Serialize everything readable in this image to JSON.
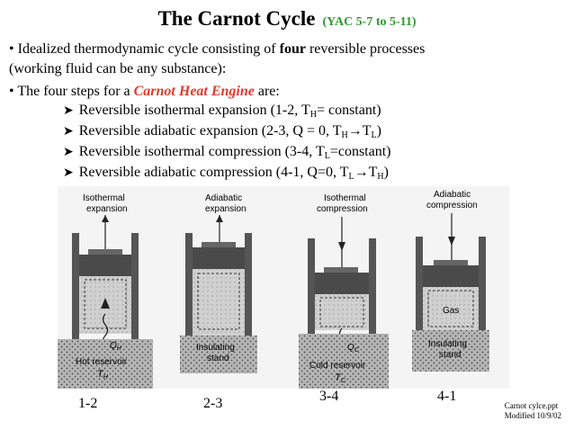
{
  "title": {
    "main": "The Carnot Cycle",
    "ref": "(YAC 5-7 to 5-11)"
  },
  "bullet1": {
    "marker": "•",
    "before": "Idealized thermodynamic cycle consisting of ",
    "bold": "four",
    "after": " reversible processes",
    "line2": "(working fluid can be any substance):"
  },
  "bullet2": {
    "marker": "•",
    "before": "The four steps for a ",
    "highlight": "Carnot Heat Engine",
    "after": " are:"
  },
  "steps": [
    {
      "t1": "Reversible isothermal expansion (1-2, T",
      "s1": "H",
      "t2": "= constant)"
    },
    {
      "t1": "Reversible adiabatic expansion (2-3, Q = 0, T",
      "s1": "H",
      "arrow": "→",
      "t2": "T",
      "s2": "L",
      "t3": ")"
    },
    {
      "t1": "Reversible isothermal compression (3-4, T",
      "s1": "L",
      "t2": "=constant)"
    },
    {
      "t1": "Reversible adiabatic compression (4-1, Q=0, T",
      "s1": "L",
      "arrow": "→",
      "t2": "T",
      "s2": "H",
      "t3": ")"
    }
  ],
  "step_marker": "➤",
  "diagram": {
    "p1": {
      "line1": "Isothermal",
      "line2": "expansion",
      "q": "Q",
      "q_sub": "H",
      "res1": "Hot reservoir",
      "res2": "T",
      "res2_sub": "H"
    },
    "p2": {
      "line1": "Adiabatic",
      "line2": "expansion",
      "ins1": "Insulating",
      "ins2": "stand"
    },
    "p3": {
      "line1": "Isothermal",
      "line2": "compression",
      "q": "Q",
      "q_sub": "C",
      "res1": "Cold reservoir",
      "res2": "T",
      "res2_sub": "C"
    },
    "p4": {
      "line1": "Adiabatic",
      "line2": "compression",
      "gas": "Gas",
      "ins1": "Insulating",
      "ins2": "stand"
    }
  },
  "panel_labels": [
    "1-2",
    "2-3",
    "3-4",
    "4-1"
  ],
  "footer": {
    "line1": "Carnot cylce.ppt",
    "line2": "Modified 10/9/02"
  },
  "colors": {
    "ref": "#2f9a2f",
    "highlight": "#e23a2a",
    "piston": "#4a4a4a",
    "gas": "#c8c8c8",
    "base": "#9a9a9a"
  }
}
